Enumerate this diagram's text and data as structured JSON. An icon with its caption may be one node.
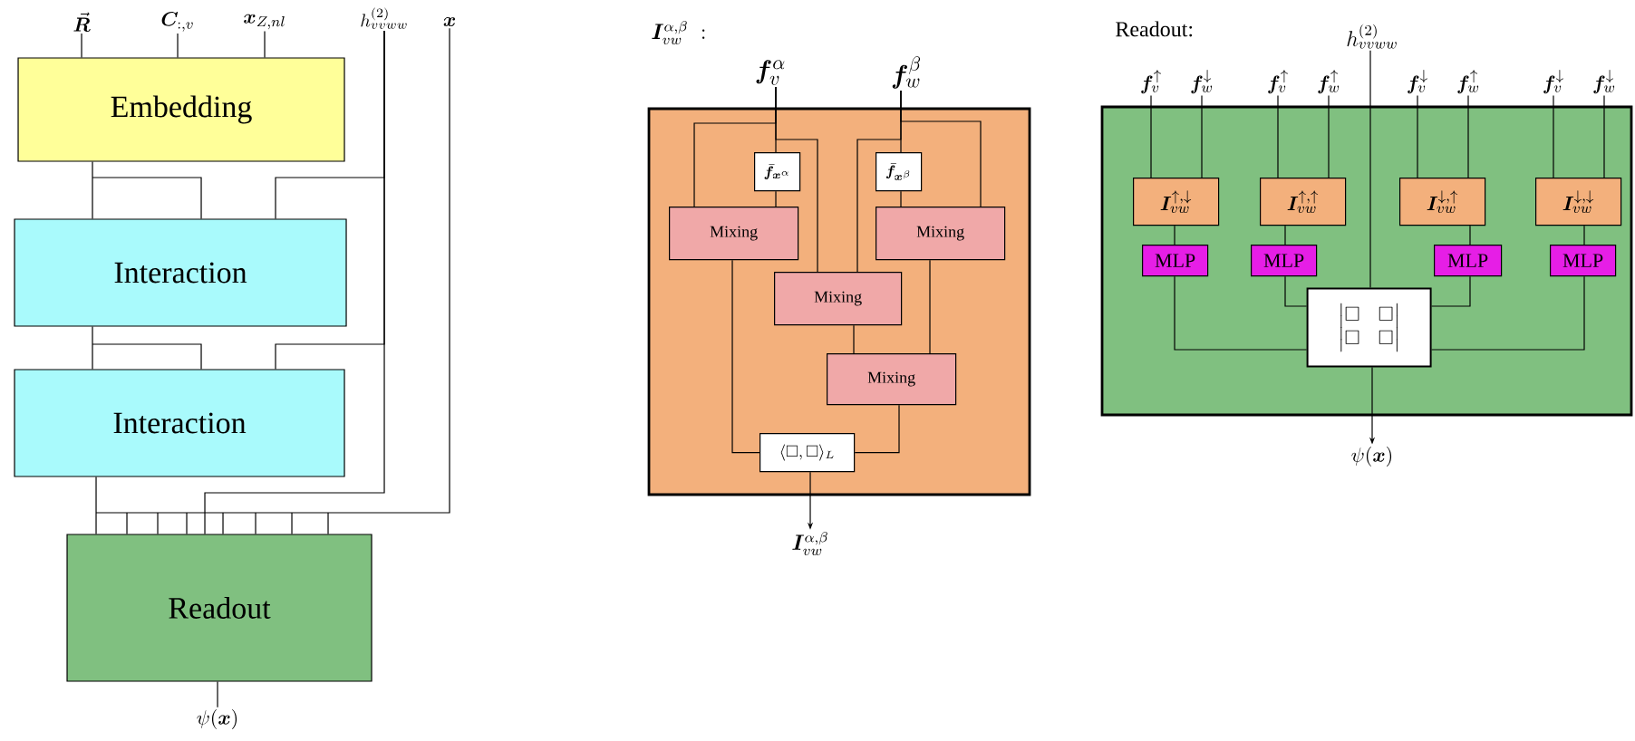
{
  "diagram": {
    "nodes": [
      {
        "text": [
          "\\vec{\\bm{R}}"
        ]
      },
      {
        "text": [
          "\\bm{C}_{:,v}"
        ]
      },
      {
        "text": [
          "\\bm{x}_{Z,nl}"
        ]
      },
      {
        "text": [
          "h^{(2)}_{vvww}"
        ]
      },
      {
        "text": [
          "\\bm{x}"
        ]
      },
      {
        "text": [
          "Embedding"
        ]
      },
      {
        "text": [
          "Interaction"
        ]
      },
      {
        "text": [
          "Interaction"
        ]
      },
      {
        "text": [
          "Readout"
        ]
      },
      {
        "text": [
          "\\psi(\\bm{x})"
        ]
      },
      {
        "text": [
          "\\bm{f}_v^{\\alpha}"
        ]
      },
      {
        "text": [
          "\\bm{f}_w^{\\beta}"
        ]
      },
      {
        "text": [],
        "shape": "box"
      },
      {
        "text": [
          "\\bar{\\bm{f}}_{\\bm{x}^{\\alpha}}"
        ],
        "in": 12
      },
      {
        "text": [
          "\\bar{\\bm{f}}_{\\bm{x}^{\\beta}}"
        ],
        "in": 12
      },
      {
        "text": [
          "Mixing"
        ],
        "in": 12
      },
      {
        "text": [
          "Mixing"
        ],
        "in": 12
      },
      {
        "text": [
          "Mixing"
        ],
        "in": 12
      },
      {
        "text": [
          "Mixing"
        ],
        "in": 12
      },
      {
        "text": [
          "\\langle\\square,\\square\\rangle_L"
        ],
        "in": 12
      },
      {
        "text": [
          "\\bm{I}_{vw}^{\\alpha,\\beta}"
        ]
      },
      {
        "text": [
          "h^{(2)}_{vvww}"
        ]
      },
      {
        "text": [
          "\\bm{f}_v^{\\uparrow}"
        ]
      },
      {
        "text": [
          "\\bm{f}_w^{\\downarrow}"
        ]
      },
      {
        "text": [
          "\\bm{f}_v^{\\uparrow}"
        ]
      },
      {
        "text": [
          "\\bm{f}_w^{\\uparrow}"
        ]
      },
      {
        "text": [
          "\\bm{f}_v^{\\downarrow}"
        ]
      },
      {
        "text": [
          "\\bm{f}_w^{\\uparrow}"
        ]
      },
      {
        "text": [
          "\\bm{f}_v^{\\downarrow}"
        ]
      },
      {
        "text": [
          "\\bm{f}_w^{\\downarrow}"
        ]
      },
      {
        "text": [],
        "shape": "box"
      },
      {
        "text": [
          "\\bm{I}_{vw}^{\\uparrow,\\downarrow}"
        ],
        "in": 30
      },
      {
        "text": [
          "\\bm{I}_{vw}^{\\uparrow,\\uparrow}"
        ],
        "in": 30
      },
      {
        "text": [
          "\\bm{I}_{vw}^{\\downarrow,\\uparrow}"
        ],
        "in": 30
      },
      {
        "text": [
          "\\bm{I}_{vw}^{\\downarrow,\\downarrow}"
        ],
        "in": 30
      },
      {
        "text": [
          "MLP"
        ],
        "in": 30
      },
      {
        "text": [
          "MLP"
        ],
        "in": 30
      },
      {
        "text": [
          "MLP"
        ],
        "in": 30
      },
      {
        "text": [
          "MLP"
        ],
        "in": 30
      },
      {
        "text": [
          "\\begin{vmatrix}\\square & \\square\\\\ \\square & \\square\\end{vmatrix}"
        ],
        "in": 30
      },
      {
        "text": [
          "\\psi(\\bm{x})"
        ]
      }
    ],
    "edges": [
      {
        "from": 0,
        "to": 5,
        "arrow": "none"
      },
      {
        "from": 1,
        "to": 5,
        "arrow": "none"
      },
      {
        "from": 2,
        "to": 5,
        "arrow": "none"
      },
      {
        "from": 5,
        "to": 6,
        "arrow": "none"
      },
      {
        "from": 3,
        "to": 6,
        "arrow": "none"
      },
      {
        "from": 6,
        "to": 7,
        "arrow": "none"
      },
      {
        "from": 3,
        "to": 7,
        "arrow": "none"
      },
      {
        "from": 7,
        "to": 8,
        "arrow": "none"
      },
      {
        "from": 3,
        "to": 8,
        "arrow": "none"
      },
      {
        "from": 4,
        "to": 8,
        "arrow": "none"
      },
      {
        "from": 8,
        "to": 9,
        "arrow": "none"
      },
      {
        "from": 10,
        "to": 13,
        "arrow": "none"
      },
      {
        "from": 10,
        "to": 15,
        "arrow": "none"
      },
      {
        "from": 10,
        "to": 17,
        "arrow": "none"
      },
      {
        "from": 13,
        "to": 15,
        "arrow": "none"
      },
      {
        "from": 11,
        "to": 14,
        "arrow": "none"
      },
      {
        "from": 11,
        "to": 16,
        "arrow": "none"
      },
      {
        "from": 11,
        "to": 17,
        "arrow": "none"
      },
      {
        "from": 14,
        "to": 16,
        "arrow": "none"
      },
      {
        "from": 15,
        "to": 19,
        "arrow": "none"
      },
      {
        "from": 16,
        "to": 18,
        "arrow": "none"
      },
      {
        "from": 17,
        "to": 18,
        "arrow": "none"
      },
      {
        "from": 18,
        "to": 19,
        "arrow": "none"
      },
      {
        "from": 19,
        "to": 20,
        "arrow": "to"
      },
      {
        "from": 22,
        "to": 31,
        "arrow": "none"
      },
      {
        "from": 23,
        "to": 31,
        "arrow": "none"
      },
      {
        "from": 24,
        "to": 32,
        "arrow": "none"
      },
      {
        "from": 25,
        "to": 32,
        "arrow": "none"
      },
      {
        "from": 26,
        "to": 33,
        "arrow": "none"
      },
      {
        "from": 27,
        "to": 33,
        "arrow": "none"
      },
      {
        "from": 28,
        "to": 34,
        "arrow": "none"
      },
      {
        "from": 29,
        "to": 34,
        "arrow": "none"
      },
      {
        "from": 31,
        "to": 35,
        "arrow": "none"
      },
      {
        "from": 32,
        "to": 36,
        "arrow": "none"
      },
      {
        "from": 33,
        "to": 37,
        "arrow": "none"
      },
      {
        "from": 34,
        "to": 38,
        "arrow": "none"
      },
      {
        "from": 35,
        "to": 39,
        "arrow": "none"
      },
      {
        "from": 36,
        "to": 39,
        "arrow": "none"
      },
      {
        "from": 37,
        "to": 39,
        "arrow": "none"
      },
      {
        "from": 38,
        "to": 39,
        "arrow": "none"
      },
      {
        "from": 21,
        "to": 39,
        "arrow": "none"
      },
      {
        "from": 39,
        "to": 40,
        "arrow": "to"
      }
    ],
    "labels": [
      "\\bm{I}_{vw}^{\\alpha,\\beta}\\;:",
      "Readout:"
    ]
  }
}
